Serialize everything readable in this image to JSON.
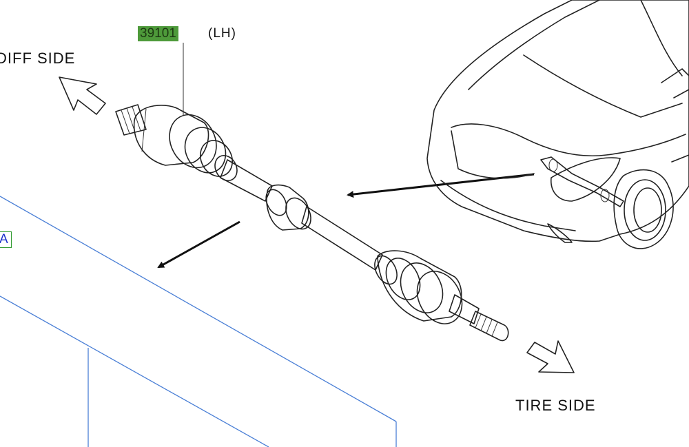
{
  "part": {
    "number": "39101",
    "side": "(LH)"
  },
  "labels": {
    "diff_side": "DIFF  SIDE",
    "tire_side": "TIRE  SIDE"
  },
  "callout": {
    "text": "A"
  },
  "colors": {
    "part_highlight": "#4e9a3a",
    "callout_border": "#2f9a2f",
    "callout_text": "#1e33cc",
    "frame_lines": "#4a7fd6",
    "line_art": "#222222"
  },
  "icons": {
    "diff_arrow": "hollow-arrow-up-left",
    "tire_arrow": "hollow-arrow-down-right"
  }
}
